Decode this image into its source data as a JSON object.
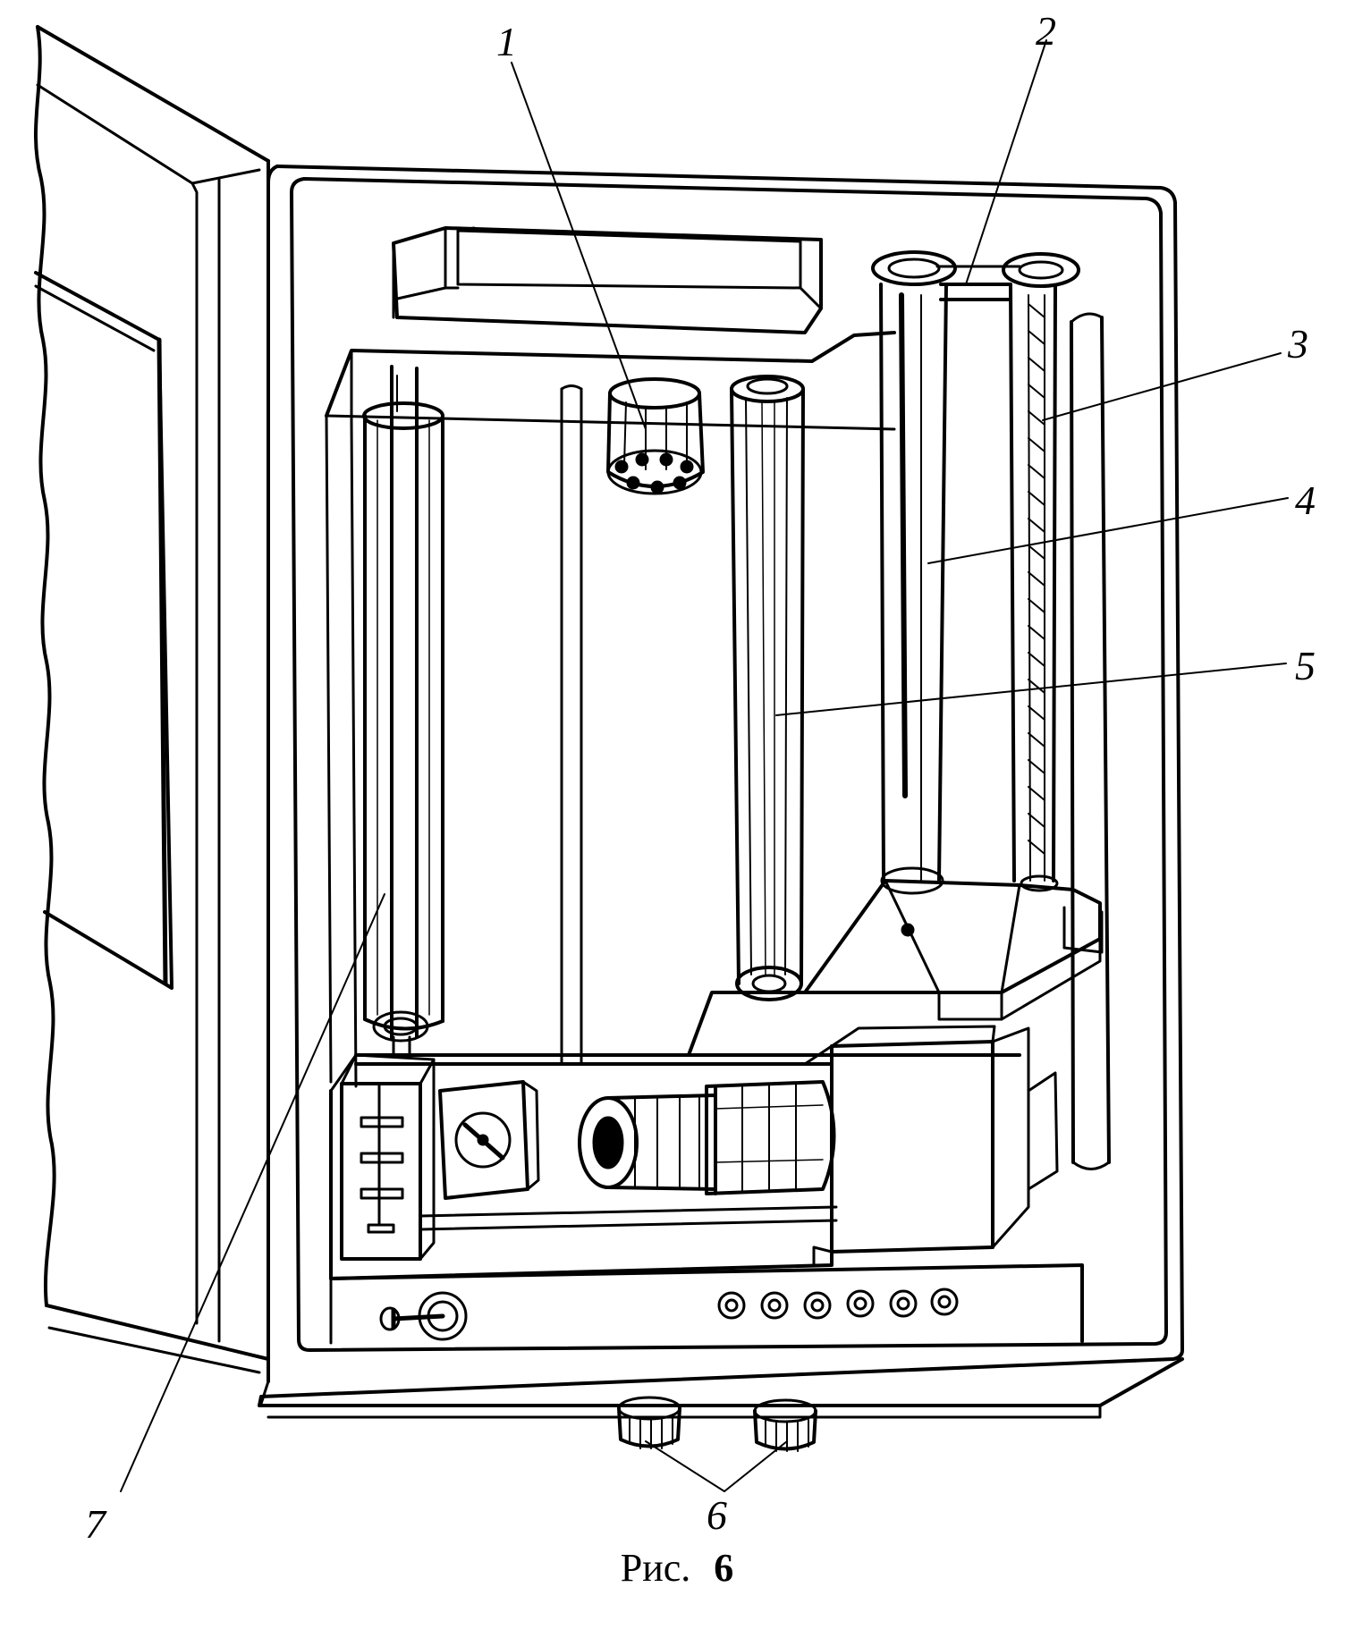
{
  "figure": {
    "caption_prefix": "Рис.",
    "caption_number": "6",
    "callouts": [
      {
        "id": "1",
        "label": "1"
      },
      {
        "id": "2",
        "label": "2"
      },
      {
        "id": "3",
        "label": "3"
      },
      {
        "id": "4",
        "label": "4"
      },
      {
        "id": "5",
        "label": "5"
      },
      {
        "id": "6",
        "label": "6"
      },
      {
        "id": "7",
        "label": "7"
      }
    ]
  },
  "colors": {
    "ink": "#000000",
    "paper": "#ffffff"
  }
}
